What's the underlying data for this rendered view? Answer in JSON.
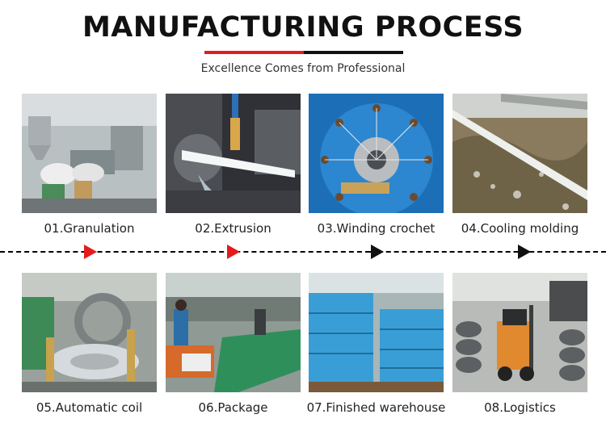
{
  "header": {
    "title": "MANUFACTURING PROCESS",
    "subtitle": "Excellence Comes from Professional"
  },
  "steps": [
    {
      "label": "01.Granulation"
    },
    {
      "label": "02.Extrusion"
    },
    {
      "label": "03.Winding crochet"
    },
    {
      "label": "04.Cooling molding"
    },
    {
      "label": "05.Automatic coil"
    },
    {
      "label": "06.Package"
    },
    {
      "label": "07.Finished warehouse"
    },
    {
      "label": "08.Logistics"
    }
  ],
  "colors": {
    "accent": "#e51b1b",
    "dark": "#111111"
  }
}
